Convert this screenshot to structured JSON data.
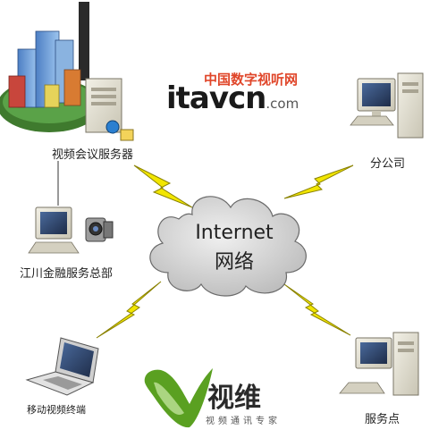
{
  "watermark": {
    "top_text": "中国数字视听网",
    "logo_text": "itavcn",
    "logo_suffix": ".com"
  },
  "nodes": {
    "server": {
      "label": "视频会议服务器"
    },
    "branch": {
      "label": "分公司"
    },
    "hq": {
      "label": "江川金融服务总部"
    },
    "mobile": {
      "label": "移动视频终端"
    },
    "service_point": {
      "label": "服务点"
    }
  },
  "cloud": {
    "line1": "Internet",
    "line2": "网络"
  },
  "brand": {
    "char": "V",
    "name": "视维",
    "tagline": "视频通讯专家"
  },
  "colors": {
    "lightning": "#f2e600",
    "lightning_stroke": "#8a8200",
    "cloud_fill": "#d8d8d8",
    "brand_green": "#5aa021",
    "watermark_red": "#e0462a"
  }
}
